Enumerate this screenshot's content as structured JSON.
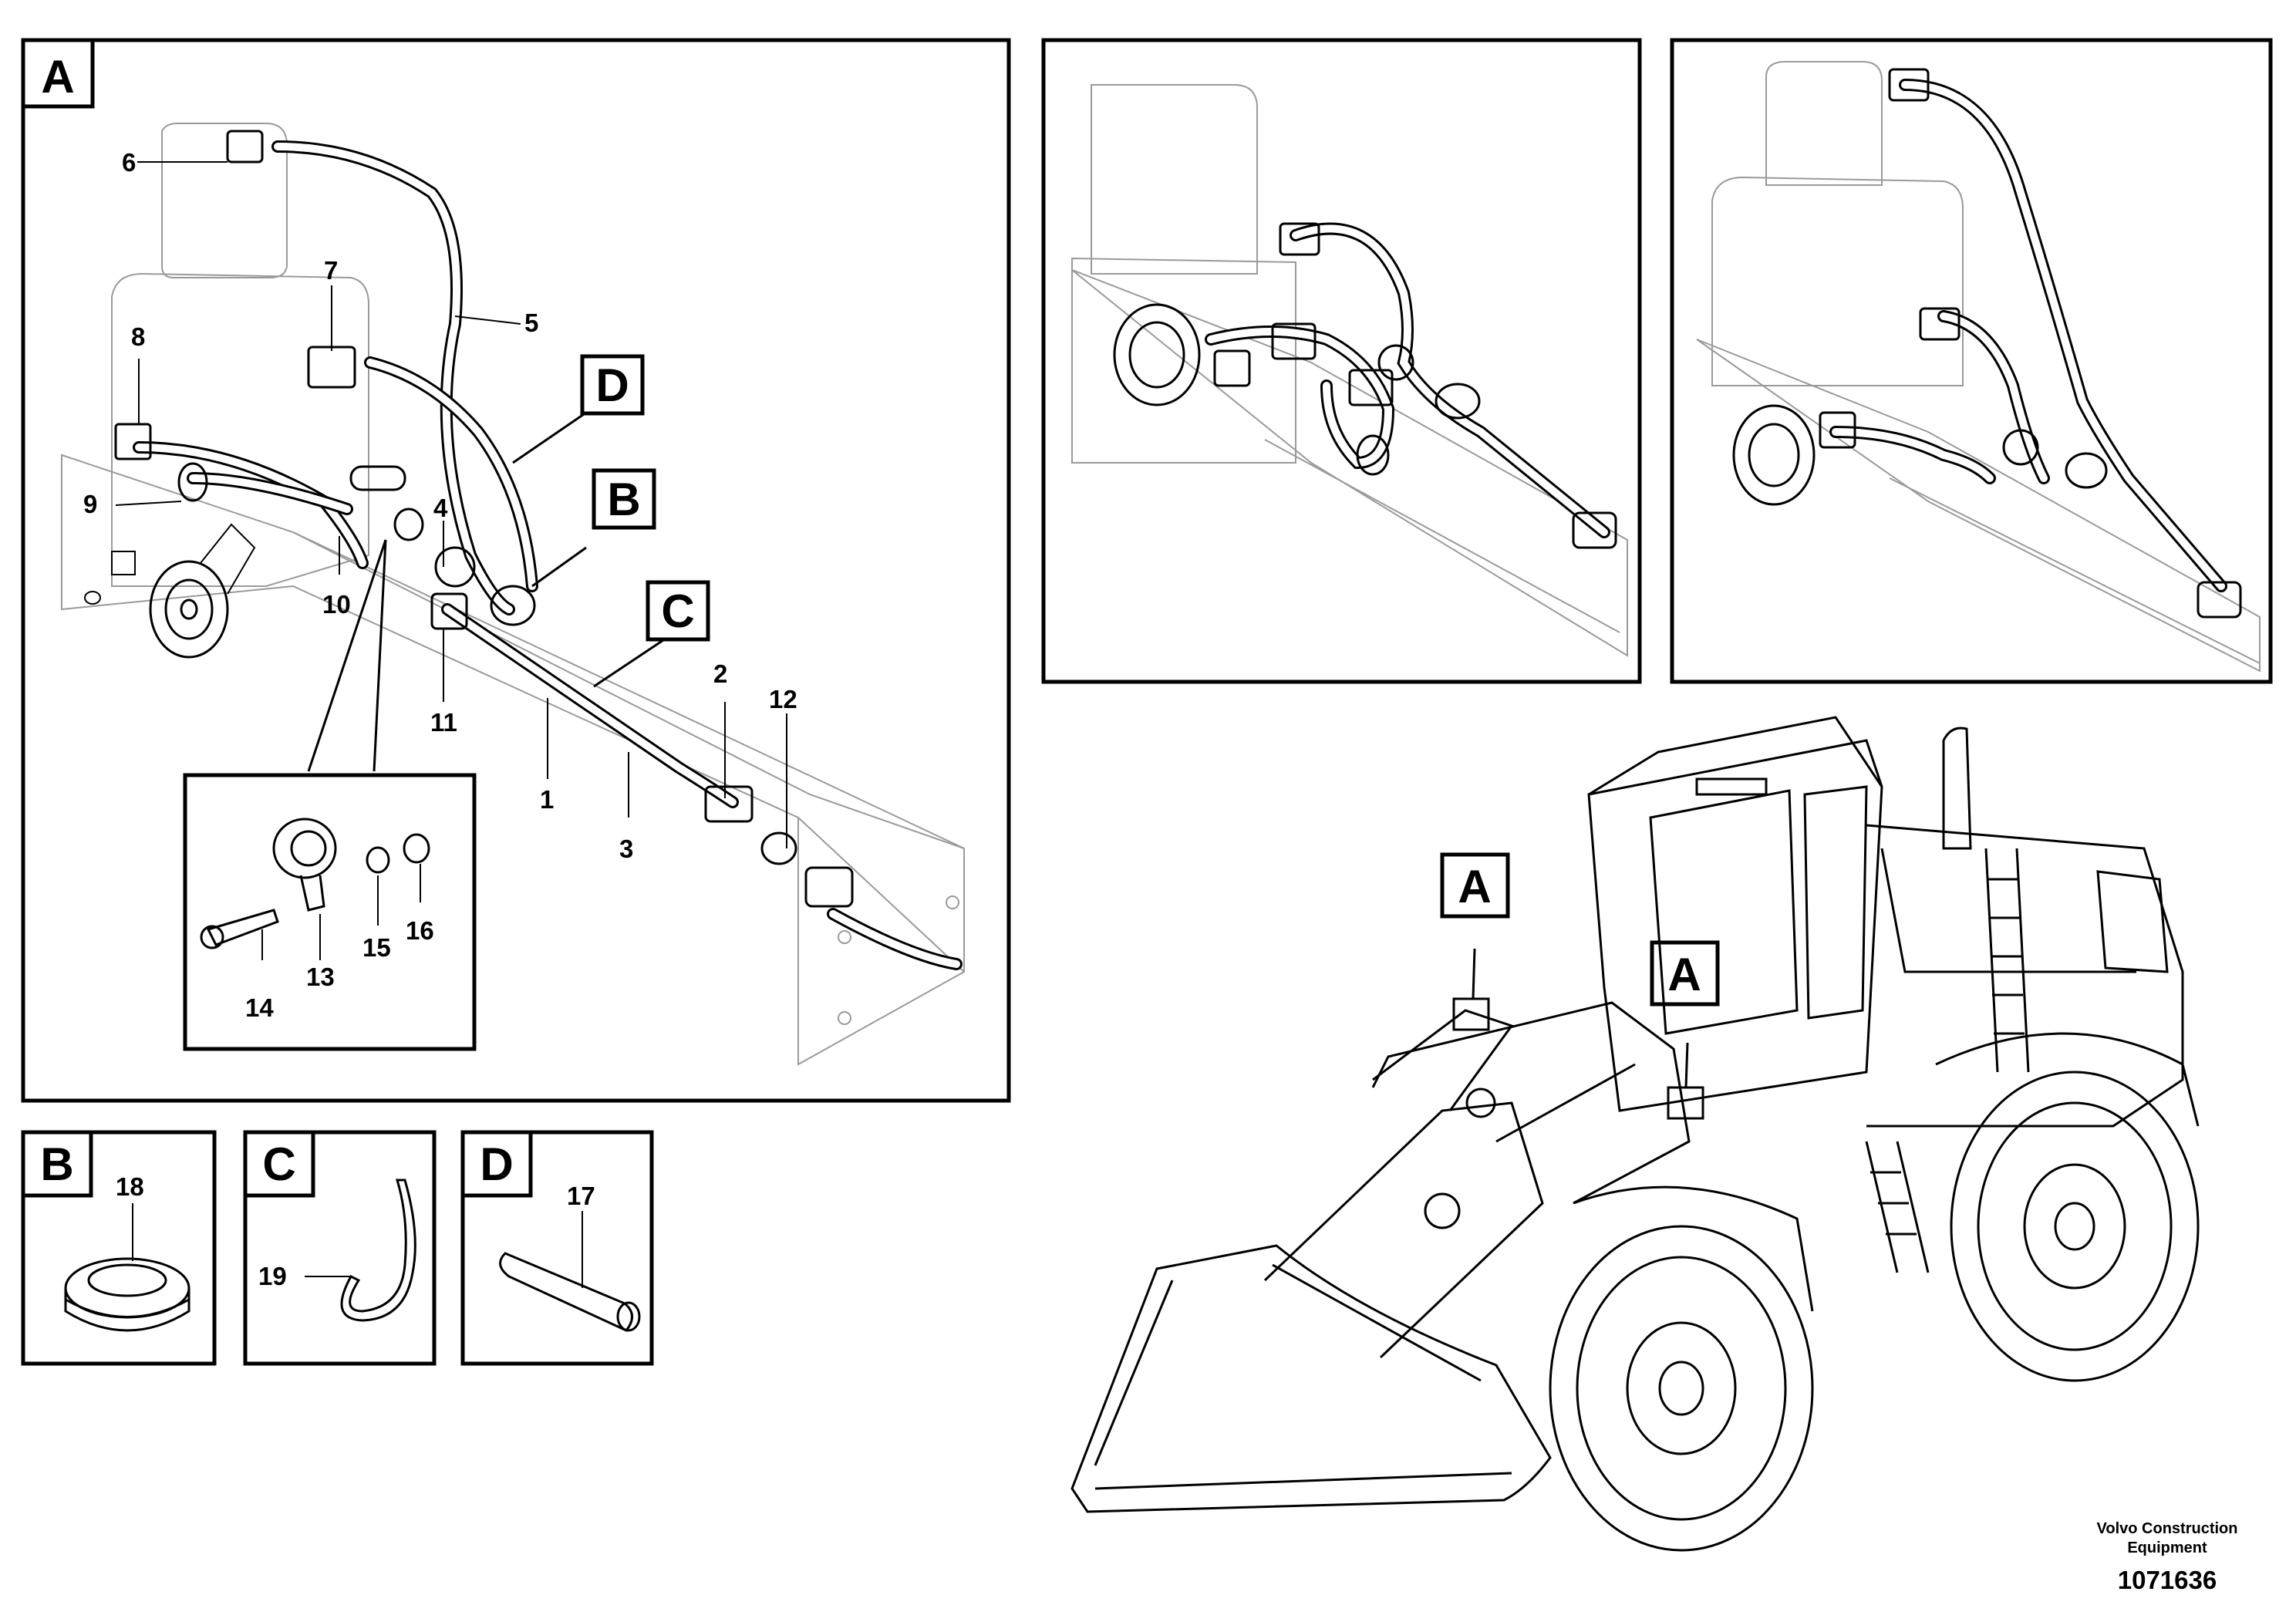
{
  "panels": {
    "A": {
      "letter": "A"
    },
    "B": {
      "letter": "B",
      "part": "18"
    },
    "C": {
      "letter": "C",
      "part": "19"
    },
    "D": {
      "letter": "D",
      "part": "17"
    }
  },
  "callouts": {
    "main": [
      "6",
      "7",
      "5",
      "8",
      "9",
      "4",
      "10",
      "11",
      "2",
      "12",
      "1",
      "3"
    ],
    "detail": [
      "14",
      "13",
      "15",
      "16"
    ],
    "main_refs": [
      "D",
      "B",
      "C"
    ]
  },
  "overview": {
    "letters": [
      "A",
      "A"
    ]
  },
  "credit": {
    "line1": "Volvo Construction",
    "line2": "Equipment",
    "docnum": "1071636"
  }
}
